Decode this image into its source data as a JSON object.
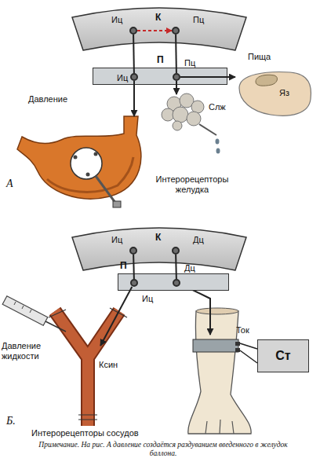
{
  "diagram": {
    "caption": "Примечание. На рис. А давление создаётся раздуванием введенного в желудок баллона.",
    "nodes": [
      {
        "text": [
          "К"
        ]
      },
      {
        "text": [
          "Иц"
        ],
        "in": 0
      },
      {
        "text": [
          "Пц"
        ],
        "in": 0
      },
      {
        "text": [
          "П"
        ]
      },
      {
        "text": [
          "Иц"
        ],
        "in": 3
      },
      {
        "text": [
          "Пц"
        ],
        "in": 3
      },
      {
        "text": [
          "Пища",
          "Яз"
        ]
      },
      {
        "text": [
          "Слж"
        ]
      },
      {
        "text": [
          "Давление",
          "Интерорецепторы желудка"
        ]
      },
      {
        "text": [
          "К"
        ]
      },
      {
        "text": [
          "Иц"
        ],
        "in": 9
      },
      {
        "text": [
          "Дц"
        ],
        "in": 9
      },
      {
        "text": [
          "П"
        ]
      },
      {
        "text": [
          "Иц"
        ],
        "in": 12
      },
      {
        "text": [
          "Дц"
        ],
        "in": 12
      },
      {
        "text": [
          "Давление жидкости",
          "Ксин",
          "Интерорецепторы сосудов"
        ]
      },
      {
        "text": [
          "Ток",
          "Ст"
        ]
      }
    ],
    "edges": [
      {
        "from": 1,
        "to": 2,
        "arrow": "to"
      },
      {
        "from": 1,
        "to": 4,
        "arrow": "none"
      },
      {
        "from": 2,
        "to": 5,
        "arrow": "none"
      },
      {
        "from": 5,
        "to": 6,
        "arrow": "to"
      },
      {
        "from": 5,
        "to": 7,
        "arrow": "to"
      },
      {
        "from": 4,
        "to": 8,
        "arrow": "to"
      },
      {
        "from": 10,
        "to": 13,
        "arrow": "none"
      },
      {
        "from": 11,
        "to": 14,
        "arrow": "none"
      },
      {
        "from": 13,
        "to": 15,
        "arrow": "to"
      }
    ],
    "labels": [
      "А",
      "Б."
    ]
  }
}
